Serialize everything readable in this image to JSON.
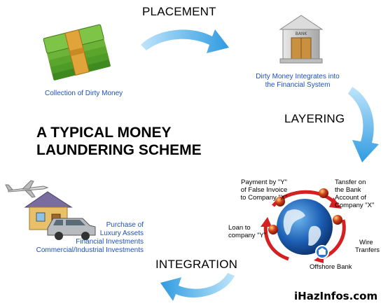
{
  "title_lines": [
    "A TYPICAL MONEY",
    "LAUNDERING SCHEME"
  ],
  "stages": {
    "placement": "PLACEMENT",
    "layering": "LAYERING",
    "integration": "INTEGRATION"
  },
  "captions": {
    "collection": "Collection of Dirty Money",
    "integrates_line1": "Dirty Money Integrates into",
    "integrates_line2": "the Financial System",
    "purchase_line1": "Purchase of",
    "purchase_line2": "Luxury Assets",
    "purchase_line3": "Financial Investments",
    "purchase_line4": "Commercial/Industrial Investments"
  },
  "layering_labels": {
    "payment_line1": "Payment by \"Y\"",
    "payment_line2": "of False Invoice",
    "payment_line3": "to Company \"X\"",
    "transfer_line1": "Tansfer on",
    "transfer_line2": "the Bank",
    "transfer_line3": "Account of",
    "transfer_line4": "Company \"X\"",
    "loan_line1": "Loan to",
    "loan_line2": "company \"Y\"",
    "wire_line1": "Wire",
    "wire_line2": "Tranfers",
    "offshore": "Offshore Bank"
  },
  "bank_sign": "BANK",
  "watermark": "iHazInfos.com",
  "colors": {
    "arrow": "#3fa9e8",
    "caption_blue": "#1a4fc9",
    "red_arrow": "#d42020",
    "money_green": "#5aa52c"
  }
}
